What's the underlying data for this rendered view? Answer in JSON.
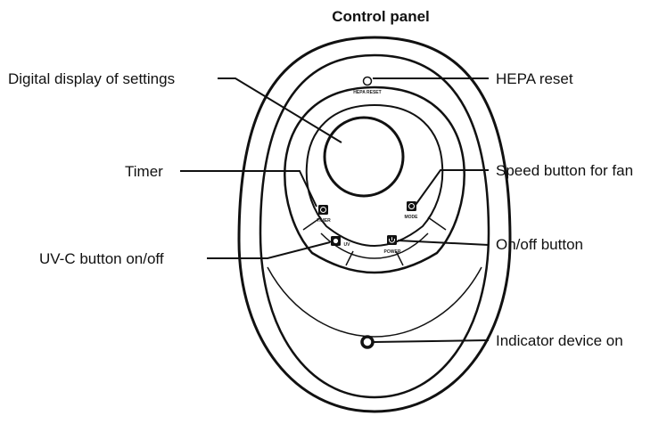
{
  "title": "Control panel",
  "callouts": {
    "display": "Digital display of settings",
    "timer": "Timer",
    "uvc": "UV-C button on/off",
    "hepa": "HEPA reset",
    "speed": "Speed button for fan",
    "onoff": "On/off button",
    "indicator": "Indicator device on"
  },
  "device_labels": {
    "hepa_reset": "HEPA RESET",
    "timer": "TIMER",
    "uvc": "UV",
    "speed": "MODE",
    "power": "POWER"
  },
  "colors": {
    "stroke": "#111111",
    "background": "#ffffff"
  }
}
